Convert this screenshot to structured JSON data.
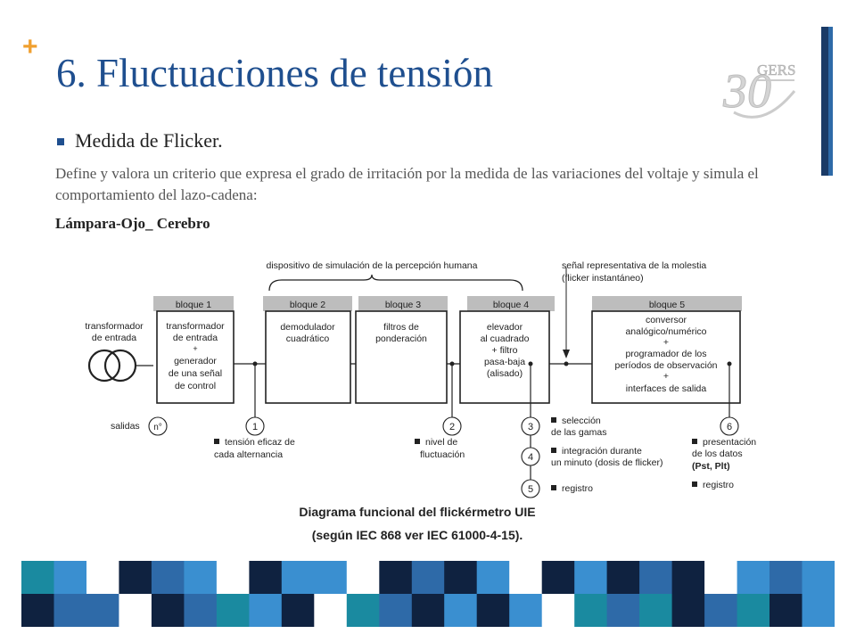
{
  "slide": {
    "plus_glyph": "+",
    "title": "6. Fluctuaciones de tensión",
    "bullet": "Medida de Flicker.",
    "description": "Define y valora un criterio que expresa el grado de irritación por la medida de las variaciones del voltaje y simula el comportamiento del lazo-cadena:",
    "chain": "Lámpara-Ojo_ Cerebro",
    "logo": {
      "icon": "gers-30-anos-logo",
      "text": "GERS",
      "num": "30"
    }
  },
  "diagram": {
    "top_brace_label": "dispositivo de simulación de la percepción humana",
    "signal_label_1": "señal representativa de la molestia",
    "signal_label_2": "(flicker instantáneo)",
    "input_label_1": "transformador",
    "input_label_2": "de entrada",
    "blocks": [
      {
        "header": "bloque 1",
        "lines": [
          "transformador",
          "de entrada",
          "+",
          "generador",
          "de una señal",
          "de control"
        ]
      },
      {
        "header": "bloque 2",
        "lines": [
          "demodulador",
          "cuadrático"
        ]
      },
      {
        "header": "bloque 3",
        "lines": [
          "filtros de",
          "ponderación"
        ]
      },
      {
        "header": "bloque 4",
        "lines": [
          "elevador",
          "al cuadrado",
          "+ filtro",
          "pasa-baja",
          "(alisado)"
        ]
      },
      {
        "header": "bloque 5",
        "lines": [
          "conversor",
          "analógico/numérico",
          "+",
          "programador de los",
          "períodos de observación",
          "+",
          "interfaces de salida"
        ]
      }
    ],
    "outputs_label": "salidas",
    "outputs_symbol": "n°",
    "nodes": [
      "1",
      "2",
      "3",
      "4",
      "5",
      "6"
    ],
    "notes": {
      "n1": [
        "tensión eficaz de",
        "cada alternancia"
      ],
      "n2": [
        "nivel de",
        "fluctuación"
      ],
      "n3": [
        "selección",
        "de las gamas"
      ],
      "n4": [
        "integración durante",
        "un minuto (dosis de flicker)"
      ],
      "n5": [
        "registro"
      ],
      "n6a": [
        "presentación",
        "de los datos",
        "(Pst, Plt)"
      ],
      "n6b": [
        "registro"
      ]
    }
  },
  "caption": {
    "line1": "Diagrama funcional del flickérmetro UIE",
    "line2": "(según IEC 868 ver IEC 61000-4-15)."
  },
  "colors": {
    "title": "#1f4f8f",
    "accent_plus": "#f0a030",
    "mosaic_dark": "#0f2240",
    "mosaic_blue": "#3a8fd0",
    "mosaic_mid": "#2e6aa8",
    "mosaic_teal": "#1a8aa0"
  }
}
